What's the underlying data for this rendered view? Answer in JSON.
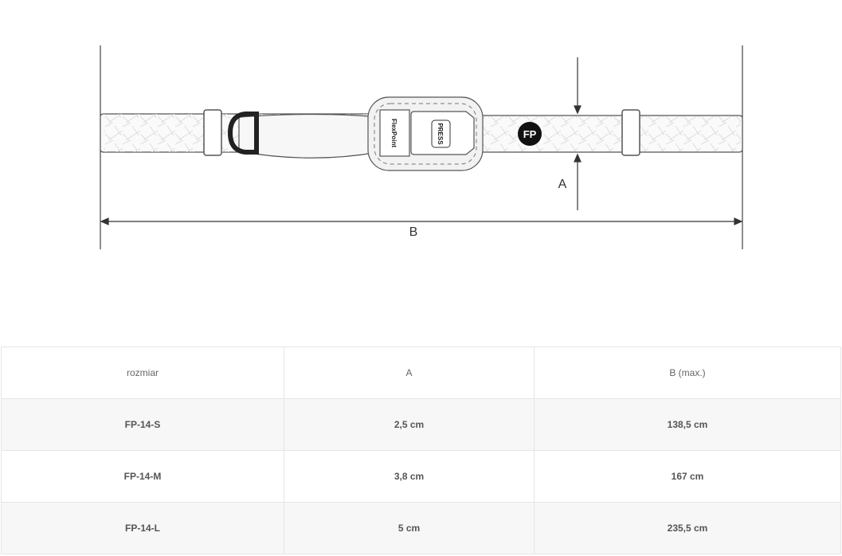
{
  "diagram": {
    "dimension_a": "A",
    "dimension_b": "B",
    "buckle_brand": "FlexPoint",
    "buckle_button": "PRESS",
    "logo": "FP"
  },
  "table": {
    "headers": [
      "rozmiar",
      "A",
      "B (max.)"
    ],
    "rows": [
      [
        "FP-14-S",
        "2,5 cm",
        "138,5 cm"
      ],
      [
        "FP-14-M",
        "3,8 cm",
        "167 cm"
      ],
      [
        "FP-14-L",
        "5 cm",
        "235,5 cm"
      ]
    ]
  }
}
